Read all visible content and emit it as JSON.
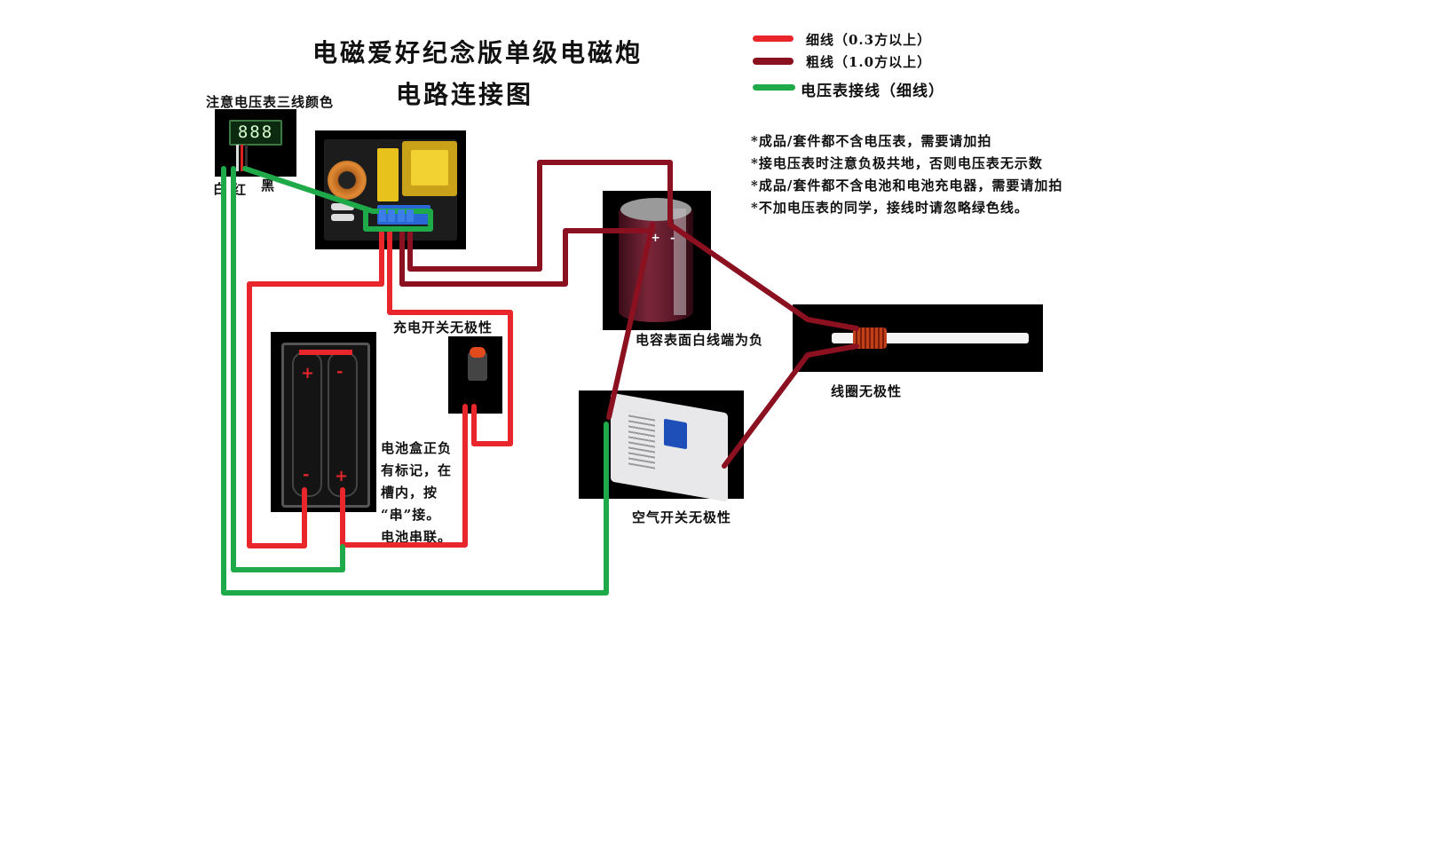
{
  "title": {
    "line1": "电磁爱好纪念版单级电磁炮",
    "line2": "电路连接图"
  },
  "legend": [
    {
      "label": "细线（0.3方以上）",
      "color": "#e8262c"
    },
    {
      "label": "粗线（1.0方以上）",
      "color": "#8b1020"
    },
    {
      "label": "电压表接线（细线）",
      "color": "#1faa4a"
    }
  ],
  "notes": [
    "*成品/套件都不含电压表，需要请加拍",
    "*接电压表时注意负极共地，否则电压表无示数",
    "*成品/套件都不含电池和电池充电器，需要请加拍",
    "*不加电压表的同学，接线时请忽略绿色线。"
  ],
  "voltmeter": {
    "caption": "注意电压表三线颜色",
    "display": "888",
    "wire_labels": {
      "white": "白",
      "red": "红",
      "black": "黑"
    }
  },
  "charge_switch": {
    "caption": "充电开关无极性"
  },
  "battery_box": {
    "caption": [
      "电池盒正负",
      "有标记，在",
      "槽内，按",
      "“串”接。",
      "电池串联。"
    ],
    "plus": "+",
    "minus": "-"
  },
  "capacitor": {
    "caption": "电容表面白线端为负",
    "plus": "+",
    "minus": "-"
  },
  "air_switch": {
    "caption": "空气开关无极性"
  },
  "coil": {
    "caption": "线圈无极性"
  },
  "colors": {
    "thin_red": "#e8262c",
    "thick_red": "#8b1020",
    "green": "#1faa4a",
    "background": "#ffffff"
  }
}
